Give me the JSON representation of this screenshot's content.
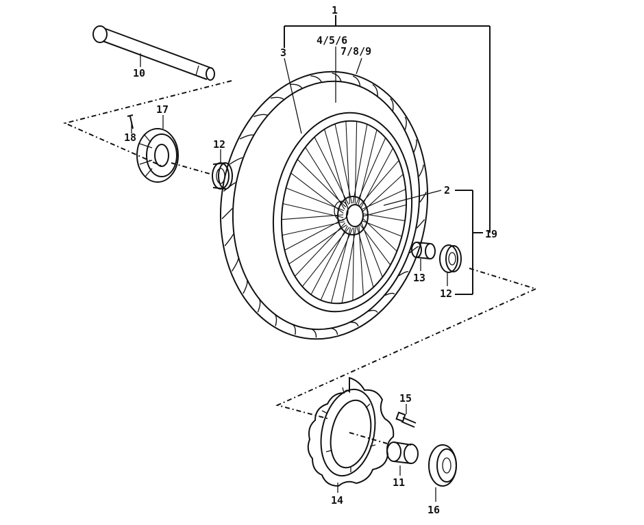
{
  "diagram": {
    "part_labels": {
      "p1": "1",
      "p2": "2",
      "p3": "3",
      "p4": "4/5/6",
      "p7": "7/8/9",
      "p10": "10",
      "p11": "11",
      "p12a": "12",
      "p12b": "12",
      "p13": "13",
      "p14": "14",
      "p15": "15",
      "p16": "16",
      "p17": "17",
      "p18": "18",
      "p19": "19"
    }
  }
}
